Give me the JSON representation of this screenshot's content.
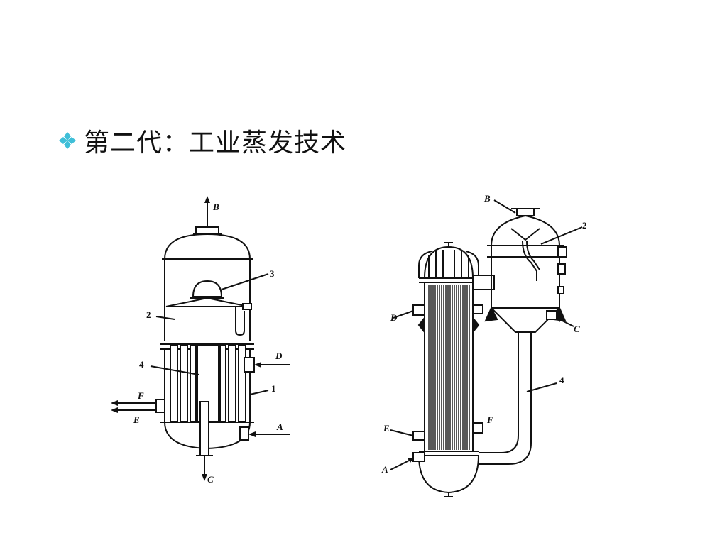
{
  "slide": {
    "bullet_icon": "four-diamond-bullet-icon",
    "bullet_color": "#3fbfd8",
    "heading": "第二代：工业蒸发技术"
  },
  "figure_left": {
    "labels": {
      "B": "B",
      "three": "3",
      "two": "2",
      "four": "4",
      "D": "D",
      "one": "1",
      "F": "F",
      "E": "E",
      "A": "A",
      "C": "C"
    }
  },
  "figure_right": {
    "labels": {
      "B": "B",
      "two": "2",
      "D": "D",
      "C": "C",
      "four": "4",
      "F": "F",
      "E": "E",
      "A": "A"
    }
  }
}
